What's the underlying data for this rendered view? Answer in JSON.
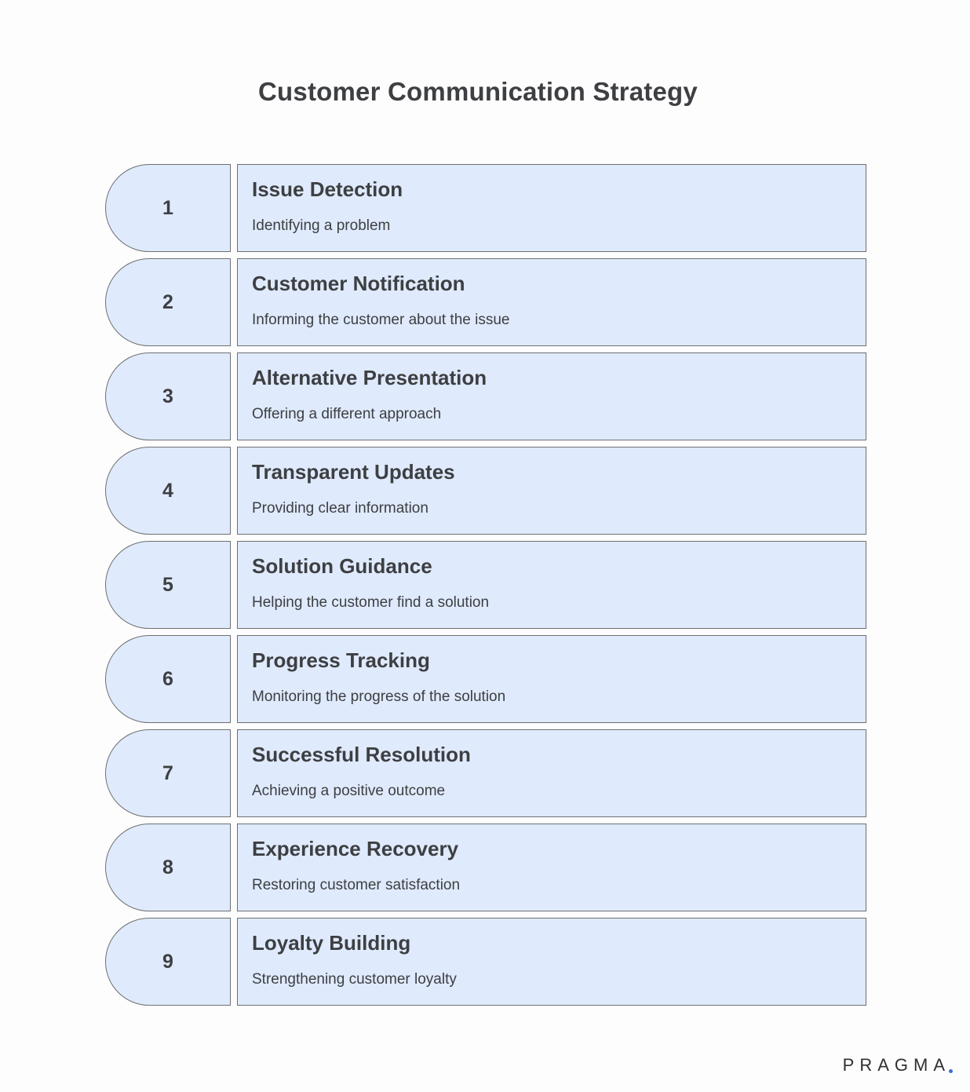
{
  "title": "Customer Communication Strategy",
  "steps": [
    {
      "number": "1",
      "title": "Issue Detection",
      "description": "Identifying a problem"
    },
    {
      "number": "2",
      "title": "Customer Notification",
      "description": "Informing the customer about the issue"
    },
    {
      "number": "3",
      "title": "Alternative Presentation",
      "description": "Offering a different approach"
    },
    {
      "number": "4",
      "title": "Transparent Updates",
      "description": "Providing clear information"
    },
    {
      "number": "5",
      "title": "Solution Guidance",
      "description": "Helping the customer find a solution"
    },
    {
      "number": "6",
      "title": "Progress Tracking",
      "description": "Monitoring the progress of the solution"
    },
    {
      "number": "7",
      "title": "Successful Resolution",
      "description": "Achieving a positive outcome"
    },
    {
      "number": "8",
      "title": "Experience Recovery",
      "description": "Restoring customer satisfaction"
    },
    {
      "number": "9",
      "title": "Loyalty Building",
      "description": "Strengthening customer loyalty"
    }
  ],
  "brand": {
    "name": "PRAGMA",
    "dot_color": "#3b6fd4"
  },
  "colors": {
    "box_fill": "#dfeafc",
    "box_border": "#6e7072",
    "text": "#3d3f42"
  }
}
